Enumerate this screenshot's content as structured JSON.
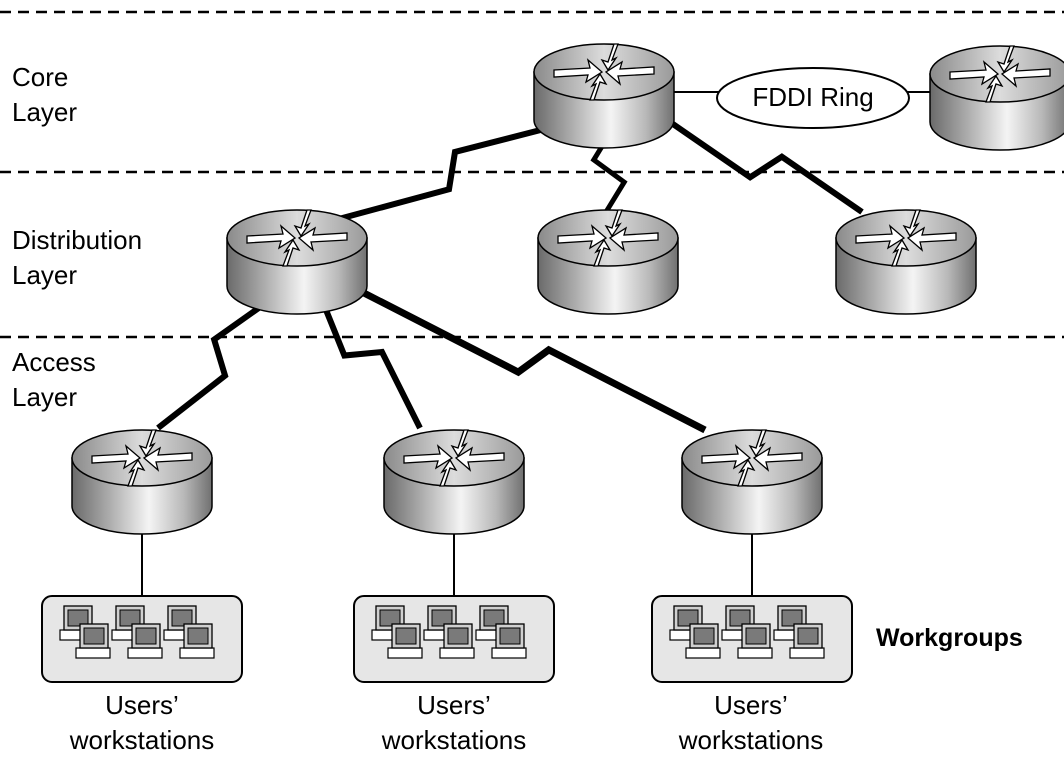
{
  "layers": [
    {
      "line1": "Core",
      "line2": "Layer"
    },
    {
      "line1": "Distribution",
      "line2": "Layer"
    },
    {
      "line1": "Access",
      "line2": "Layer"
    }
  ],
  "fddi_label": "FDDI Ring",
  "workgroups_label": "Workgroups",
  "workstation_groups": [
    {
      "line1": "Users’",
      "line2": "workstations"
    },
    {
      "line1": "Users’",
      "line2": "workstations"
    },
    {
      "line1": "Users’",
      "line2": "workstations"
    }
  ],
  "colors": {
    "line": "#000000",
    "router_dark": "#707070",
    "router_light": "#f2f2f2",
    "group_fill": "#e6e6e6"
  },
  "icons": {
    "router": "router-icon",
    "workstation": "workstation-icon",
    "serial_link": "lightning-link-icon"
  }
}
